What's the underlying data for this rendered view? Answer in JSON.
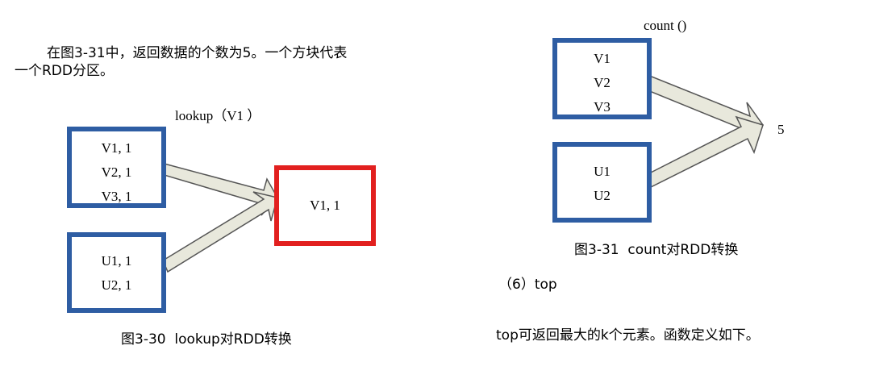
{
  "intro": {
    "line1": "在图3-31中，返回数据的个数为5。一个方块代表",
    "line2": "一个RDD分区。"
  },
  "lookup_diagram": {
    "label": "lookup（V1 ）",
    "partition1": [
      "V1, 1",
      "V2, 1",
      "V3, 1"
    ],
    "partition2": [
      "U1, 1",
      "U2, 1"
    ],
    "result": "V1, 1",
    "caption": "图3-30  lookup对RDD转换"
  },
  "count_diagram": {
    "label": "count ()",
    "partition1": [
      "V1",
      "V2",
      "V3"
    ],
    "partition2": [
      "U1",
      "U2"
    ],
    "result": "5",
    "caption": "图3-31  count对RDD转换"
  },
  "section": {
    "heading": "（6）top",
    "text": "top可返回最大的k个元素。函数定义如下。"
  },
  "colors": {
    "partition_border": "#2e5da3",
    "result_border": "#e2201f",
    "arrow_fill": "#e8e8dc",
    "arrow_stroke": "#555555"
  }
}
